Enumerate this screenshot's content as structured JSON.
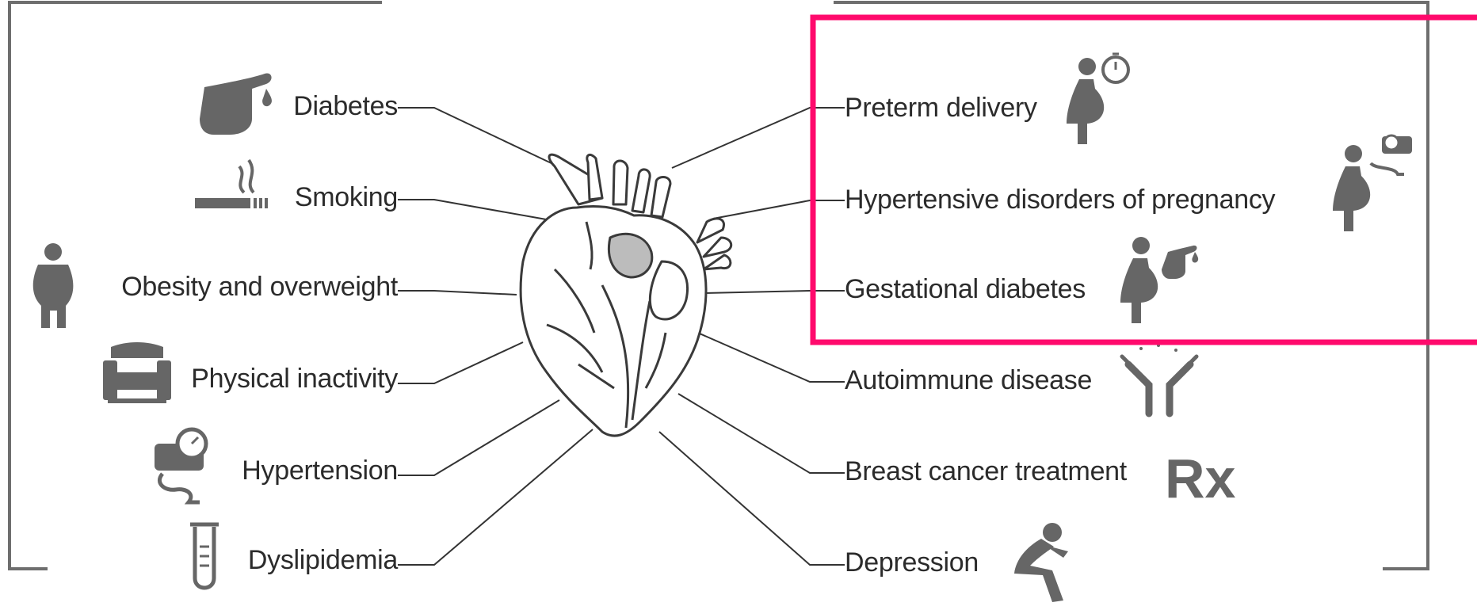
{
  "left_factors": [
    {
      "label": "Diabetes",
      "icon": "finger-blood-drop-icon"
    },
    {
      "label": "Smoking",
      "icon": "cigarette-icon"
    },
    {
      "label": "Obesity and overweight",
      "icon": "overweight-person-icon"
    },
    {
      "label": "Physical inactivity",
      "icon": "armchair-icon"
    },
    {
      "label": "Hypertension",
      "icon": "blood-pressure-monitor-icon"
    },
    {
      "label": "Dyslipidemia",
      "icon": "test-tube-icon"
    }
  ],
  "right_factors": [
    {
      "label": "Preterm delivery",
      "icon": "pregnant-woman-stopwatch-icon"
    },
    {
      "label": "Hypertensive disorders of pregnancy",
      "icon": "pregnant-woman-blood-pressure-icon"
    },
    {
      "label": "Gestational diabetes",
      "icon": "pregnant-woman-finger-drop-icon"
    },
    {
      "label": "Autoimmune disease",
      "icon": "antibody-icon"
    },
    {
      "label": "Breast cancer treatment",
      "icon": "rx-prescription-icon"
    },
    {
      "label": "Depression",
      "icon": "depressed-person-icon"
    }
  ],
  "rx_text": "Rx",
  "center_icon": "anatomical-heart-icon",
  "colors": {
    "text": "#2b2b2b",
    "icon": "#666666",
    "lines": "#333333",
    "frame": "#6e6e6e",
    "highlight": "#ff0a6c"
  },
  "highlight": {
    "target": "pregnancy-related factors",
    "items": [
      "Preterm delivery",
      "Hypertensive disorders of pregnancy",
      "Gestational diabetes"
    ]
  }
}
